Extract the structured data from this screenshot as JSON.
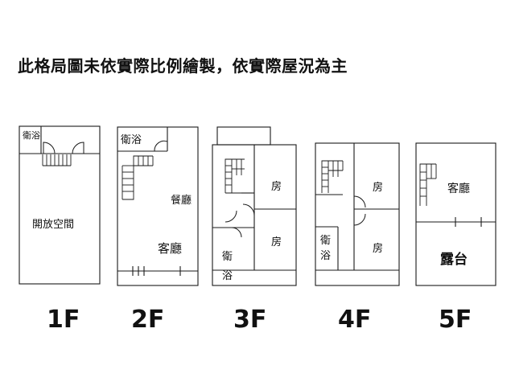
{
  "title": "此格局圖未依實際比例繪製，依實際屋況為主",
  "floors": [
    {
      "label": "1F",
      "rooms": {
        "bath": "衛浴",
        "open": "開放空間"
      }
    },
    {
      "label": "2F",
      "rooms": {
        "bath": "衛浴",
        "dining": "餐廳",
        "living": "客廳"
      }
    },
    {
      "label": "3F",
      "rooms": {
        "room_a": "房",
        "room_b": "房",
        "bath_1": "衛",
        "bath_2": "浴"
      }
    },
    {
      "label": "4F",
      "rooms": {
        "room_a": "房",
        "room_b": "房",
        "bath_1": "衛",
        "bath_2": "浴"
      }
    },
    {
      "label": "5F",
      "rooms": {
        "living": "客廳",
        "terrace": "露台"
      }
    }
  ]
}
